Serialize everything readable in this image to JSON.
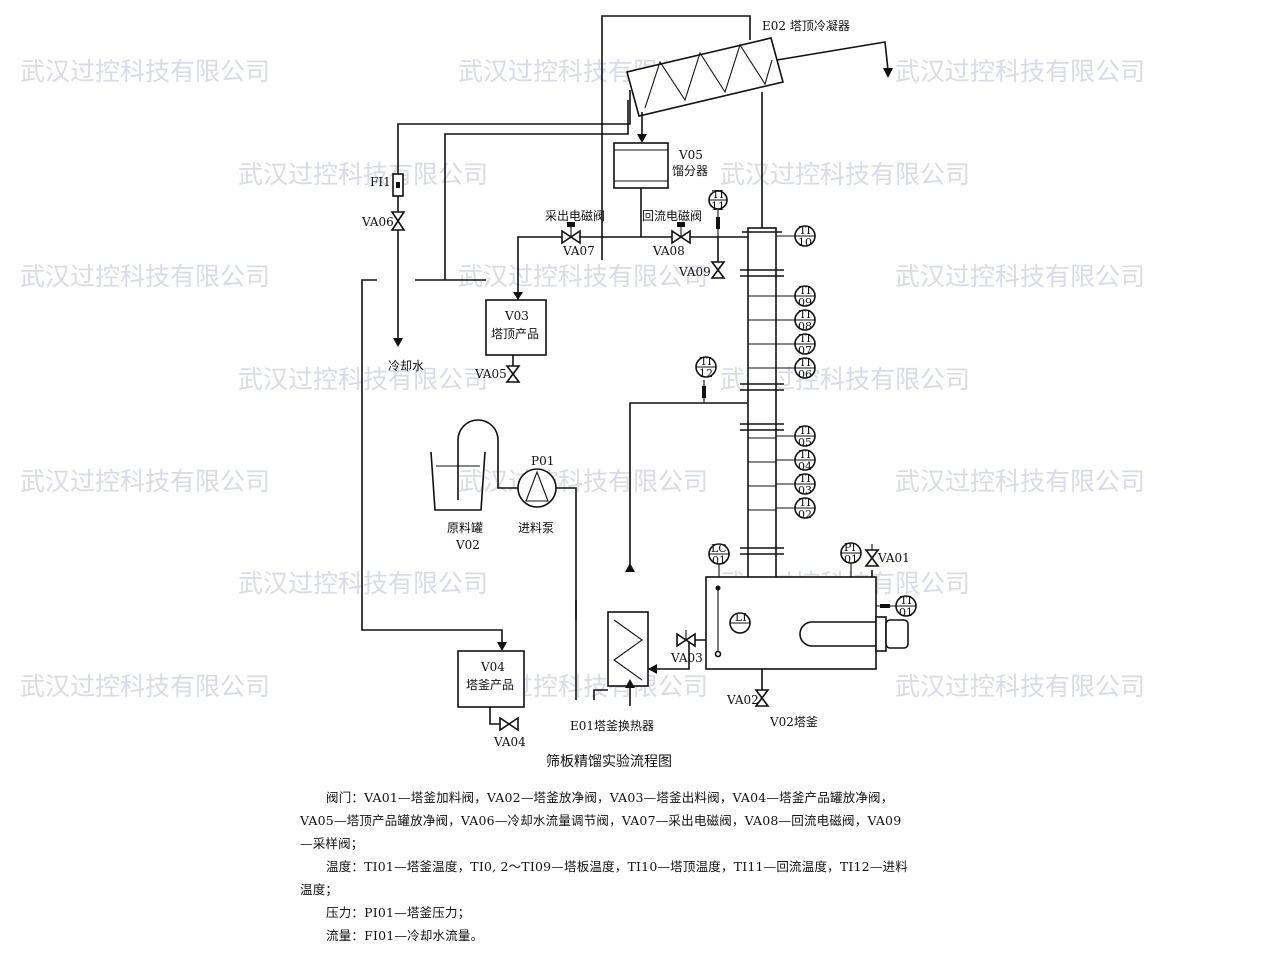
{
  "watermark": "武汉过控科技有限公司",
  "title": "筛板精馏实验流程图",
  "equipment": {
    "e02": "E02 塔顶冷凝器",
    "v05_code": "V05",
    "v05_name": "馏分器",
    "fi1": "FI1",
    "va06": "VA06",
    "cooling_water": "冷却水",
    "draw_valve_name": "采出电磁阀",
    "reflux_valve_name": "回流电磁阀",
    "va07": "VA07",
    "va08": "VA08",
    "va09": "VA09",
    "v03_code": "V03",
    "v03_name": "塔顶产品",
    "va05": "VA05",
    "p01": "P01",
    "pump_name": "进料泵",
    "feed_tank_name": "原料罐",
    "v02_tank": "V02",
    "v04_code": "V04",
    "v04_name": "塔釜产品",
    "va04": "VA04",
    "e01": "E01塔釜换热器",
    "va03": "VA03",
    "va02": "VA02",
    "reboiler": "V02塔釜",
    "va01": "VA01"
  },
  "instruments": {
    "ti": "TI",
    "n10": "10",
    "n09": "09",
    "n08": "08",
    "n07": "07",
    "n06": "06",
    "n05": "05",
    "n04": "04",
    "n03": "03",
    "n02": "02",
    "n11": "11",
    "n12": "12",
    "n01": "01",
    "lc": "LC",
    "lc_num": "01",
    "pi": "PI",
    "pi_num": "01",
    "li": "LI"
  },
  "legend": {
    "line1": "阀门：VA01—塔釜加料阀，VA02—塔釜放净阀，VA03—塔釜出料阀，VA04—塔釜产品罐放净阀，",
    "line2": "VA05—塔顶产品罐放净阀，VA06—冷却水流量调节阀，VA07—采出电磁阀，VA08—回流电磁阀，VA09",
    "line3": "—采样阀；",
    "line4": "温度：TI01—塔釜温度，TI0, 2～TI09—塔板温度，TI10—塔顶温度，TI11—回流温度，TI12—进料",
    "line5": "温度；",
    "line6": "压力：PI01—塔釜压力；",
    "line7": "流量：FI01—冷却水流量。"
  }
}
